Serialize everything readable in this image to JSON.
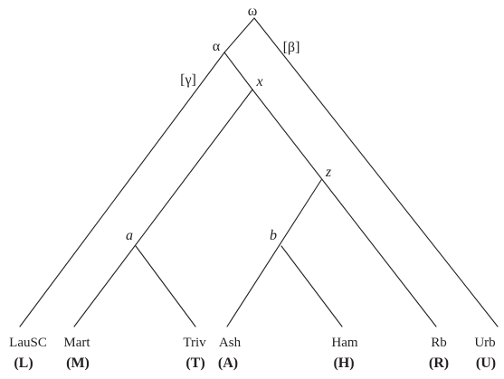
{
  "stemma": {
    "nodes": {
      "omega": "ω",
      "alpha": "α",
      "beta": "[β]",
      "gamma": "[γ]",
      "x": "x",
      "z": "z",
      "a": "a",
      "b": "b"
    },
    "witnesses": [
      {
        "name": "LauSC",
        "siglum": "(L)"
      },
      {
        "name": "Mart",
        "siglum": "(M)"
      },
      {
        "name": "Triv",
        "siglum": "(T)"
      },
      {
        "name": "Ash",
        "siglum": "(A)"
      },
      {
        "name": "Ham",
        "siglum": "(H)"
      },
      {
        "name": "Rb",
        "siglum": "(R)"
      },
      {
        "name": "Urb",
        "siglum": "(U)"
      }
    ]
  }
}
